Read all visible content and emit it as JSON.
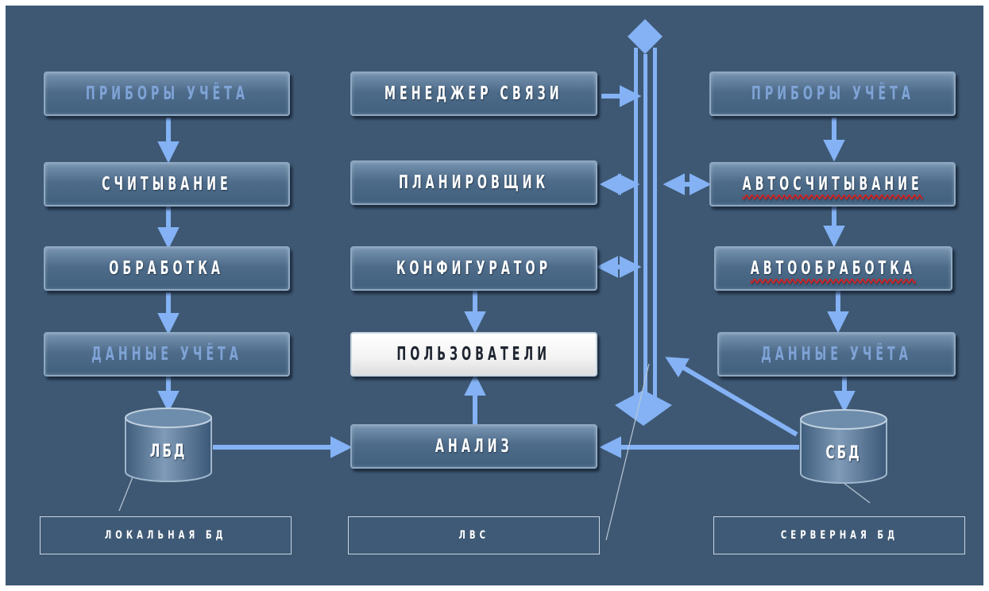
{
  "left_column": {
    "meters": "ПРИБОРЫ УЧЁТА",
    "reading": "СЧИТЫВАНИЕ",
    "processing": "ОБРАБОТКА",
    "data": "ДАННЫЕ УЧЁТА",
    "db": "ЛБД",
    "caption": "ЛОКАЛЬНАЯ БД"
  },
  "center_column": {
    "comm_manager": "МЕНЕДЖЕР СВЯЗИ",
    "scheduler": "ПЛАНИРОВЩИК",
    "configurator": "КОНФИГУРАТОР",
    "users": "ПОЛЬЗОВАТЕЛИ",
    "analysis": "АНАЛИЗ",
    "caption": "ЛВС"
  },
  "right_column": {
    "meters": "ПРИБОРЫ УЧЁТА",
    "auto_reading": "АВТОСЧИТЫВАНИЕ",
    "auto_processing": "АВТООБРАБОТКА",
    "data": "ДАННЫЕ УЧЁТА",
    "db": "СБД",
    "caption": "СЕРВЕРНАЯ БД"
  },
  "colors": {
    "background": "#3e5873",
    "arrow": "#84b2f5",
    "box_text": "#ffffff",
    "dim_text": "#7fa3d6",
    "highlight_box": "#ffffff"
  }
}
